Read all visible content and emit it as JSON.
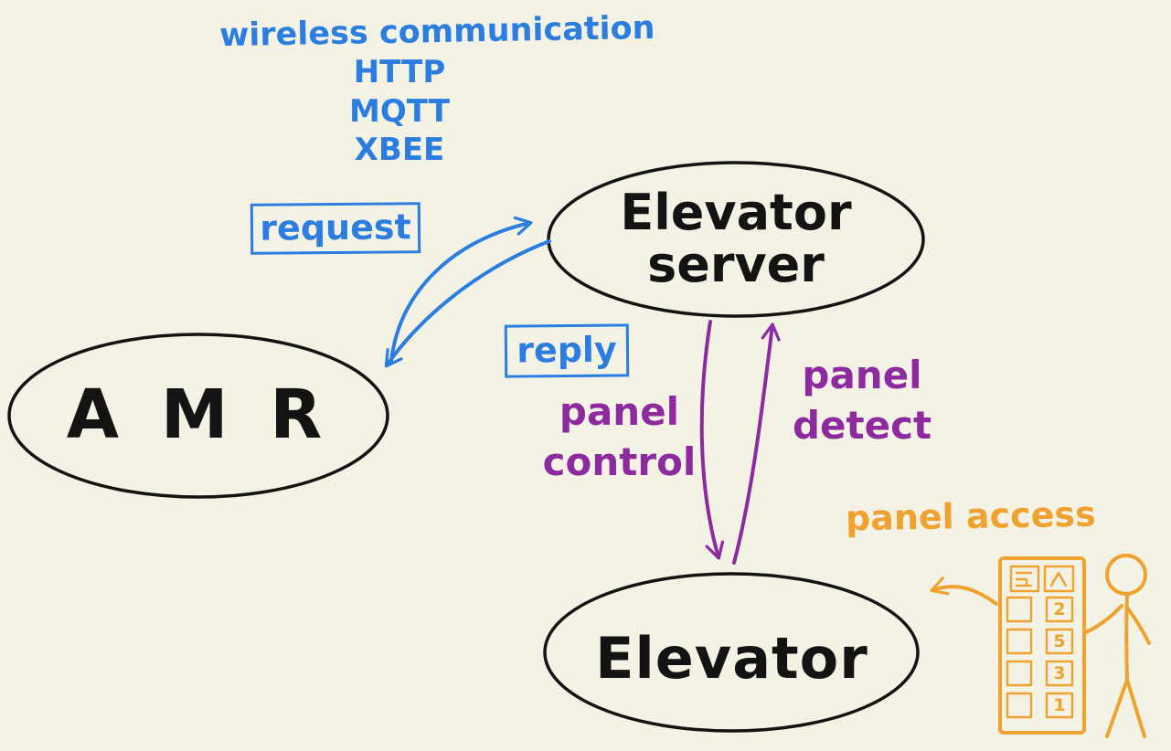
{
  "colors": {
    "background": "#f4f2e4",
    "blue": "#2b7de0",
    "purple": "#8e2a9f",
    "orange": "#efa22f",
    "ink": "#131313"
  },
  "notes": {
    "wireless_title": "wireless communication",
    "protocols": [
      "HTTP",
      "MQTT",
      "XBEE"
    ]
  },
  "nodes": {
    "amr": {
      "label": "A M R"
    },
    "server": {
      "line1": "Elevator",
      "line2": "server"
    },
    "elevator": {
      "label": "Elevator"
    }
  },
  "edges": {
    "request": {
      "label": "request"
    },
    "reply": {
      "label": "reply"
    },
    "panel_control": {
      "line1": "panel",
      "line2": "control"
    },
    "panel_detect": {
      "line1": "panel",
      "line2": "detect"
    },
    "panel_access": {
      "label": "panel access"
    }
  },
  "panel": {
    "buttons": [
      "2",
      "5",
      "3",
      "1"
    ]
  }
}
